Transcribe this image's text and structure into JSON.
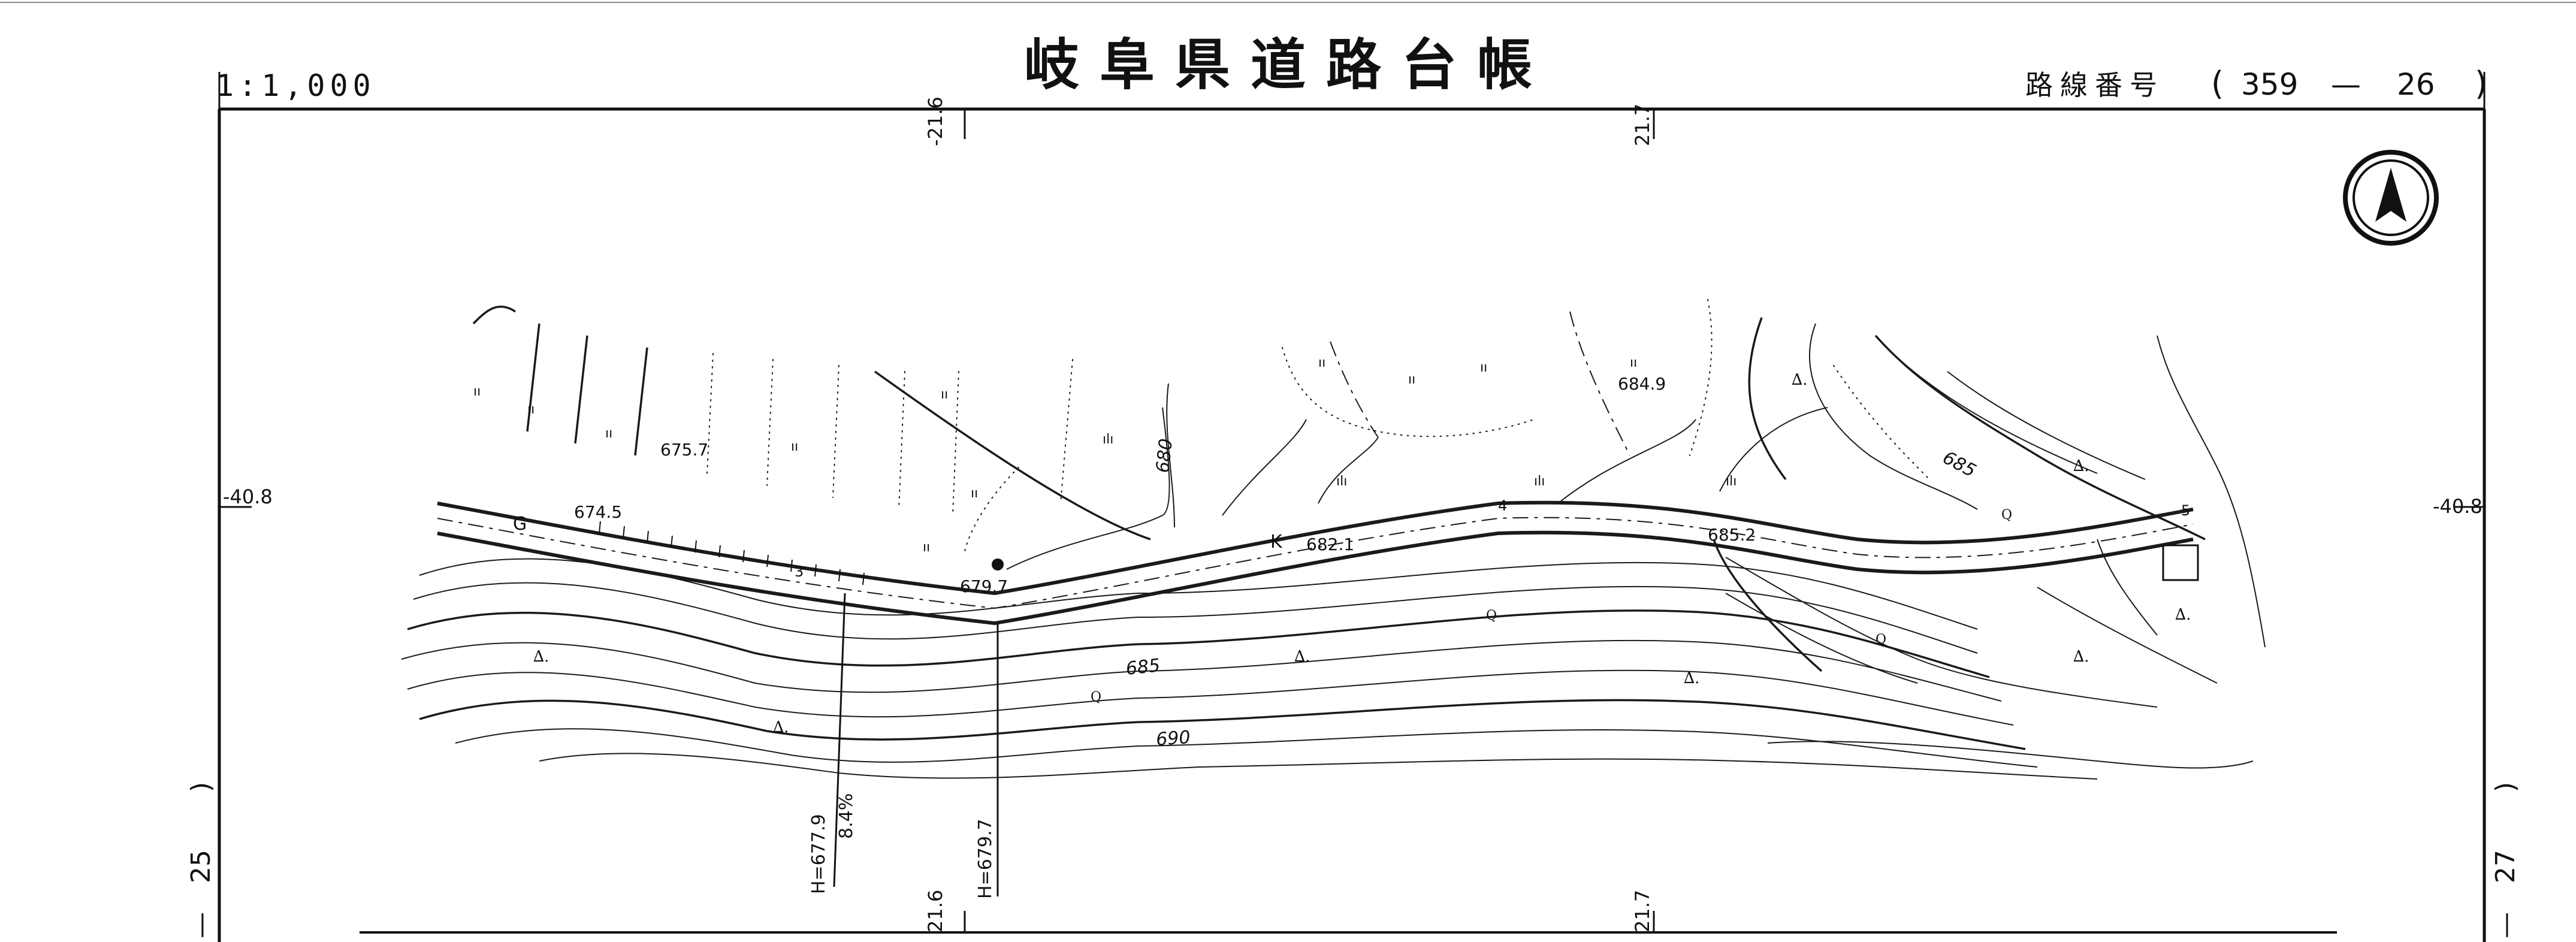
{
  "header": {
    "scale": "1:1,000",
    "title": "岐阜県道路台帳",
    "route_label": "路線番号",
    "route_open": "(",
    "route_number": "359",
    "route_dash": "—",
    "sheet_number": "26",
    "route_close": ")"
  },
  "grid_labels": {
    "x_left_top": "-21.6",
    "x_right_top": "21.7",
    "x_left_bottom": "21.6",
    "x_right_bottom": "21.7",
    "y_left": "-40.8",
    "y_right": "-40.8"
  },
  "adjacent_sheets": {
    "left": "25",
    "right": "27",
    "paren_open": "(",
    "paren_close": ")",
    "dash": "—"
  },
  "compass": {
    "icon": "north-arrow-icon"
  },
  "map": {
    "contours": [
      "685",
      "690",
      "680",
      "685"
    ],
    "spot_heights": [
      "675.7",
      "674.5",
      "679.7",
      "682.1",
      "684.9",
      "685.2"
    ],
    "point_labels": [
      "G",
      "K",
      "3",
      "4",
      "5"
    ],
    "profile_notes": [
      {
        "height": "H=677.9",
        "grade": "8.4%"
      },
      {
        "height": "H=679.7",
        "grade": ""
      }
    ]
  }
}
